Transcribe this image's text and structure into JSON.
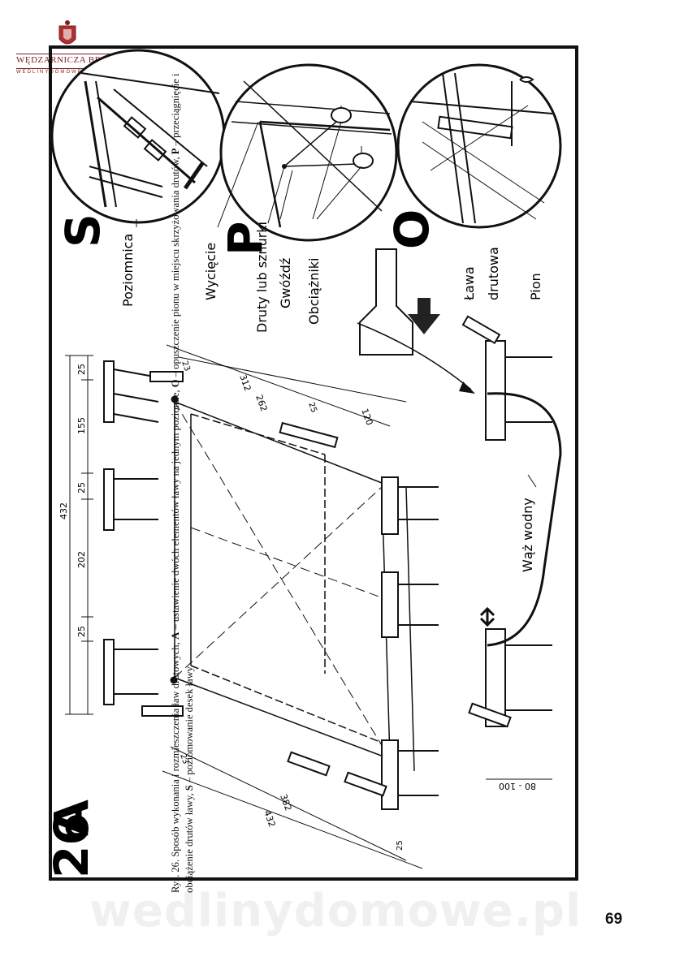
{
  "logo": {
    "title": "WĘDZARNICZA BRAĆ",
    "subtitle": "WEDLINYDOMOWE.PL",
    "accent_color": "#7a1f1f"
  },
  "figure": {
    "number": "26",
    "panels": {
      "A": "A",
      "O": "O",
      "P": "P",
      "S": "S"
    },
    "labels": {
      "poziomnica": "Poziomnica",
      "wyciecie": "Wycięcie",
      "druty": "Druty lub sznurki",
      "gwozdz": "Gwóźdź",
      "obciazniki": "Obciążniki",
      "lawa": "Ława",
      "drutowa": "drutowa",
      "pion": "Pion",
      "waz": "Wąż wodny"
    },
    "dimensions": {
      "d25a": "25",
      "d155": "155",
      "d25b": "25",
      "d202": "202",
      "d25c": "25",
      "d432_top": "432",
      "d23_top": "23",
      "d312": "312",
      "d262": "262",
      "d25_mid": "25",
      "d120": "120",
      "d23_bot": "23",
      "d382": "382",
      "d432_bot": "432",
      "d25_bot": "25",
      "d80_100": "80 - 100"
    }
  },
  "caption": {
    "lead": "Rys. 26. Sposób wykonania i rozmieszczenia ław drutowych; ",
    "a_key": "A",
    "a_text": " – ustawienie dwóch elementów ławy na jednym poziomie, ",
    "o_key": "O",
    "o_text": " – opuszczenie pionu w miejscu skrzyżowania drutów, ",
    "p_key": "P",
    "p_text": " – przeciągnięcie i obciążenie drutów ławy, ",
    "s_key": "S",
    "s_text": " – poziomowanie desek ławy"
  },
  "page_number": "69",
  "watermark": "wedlinydomowe.pl"
}
